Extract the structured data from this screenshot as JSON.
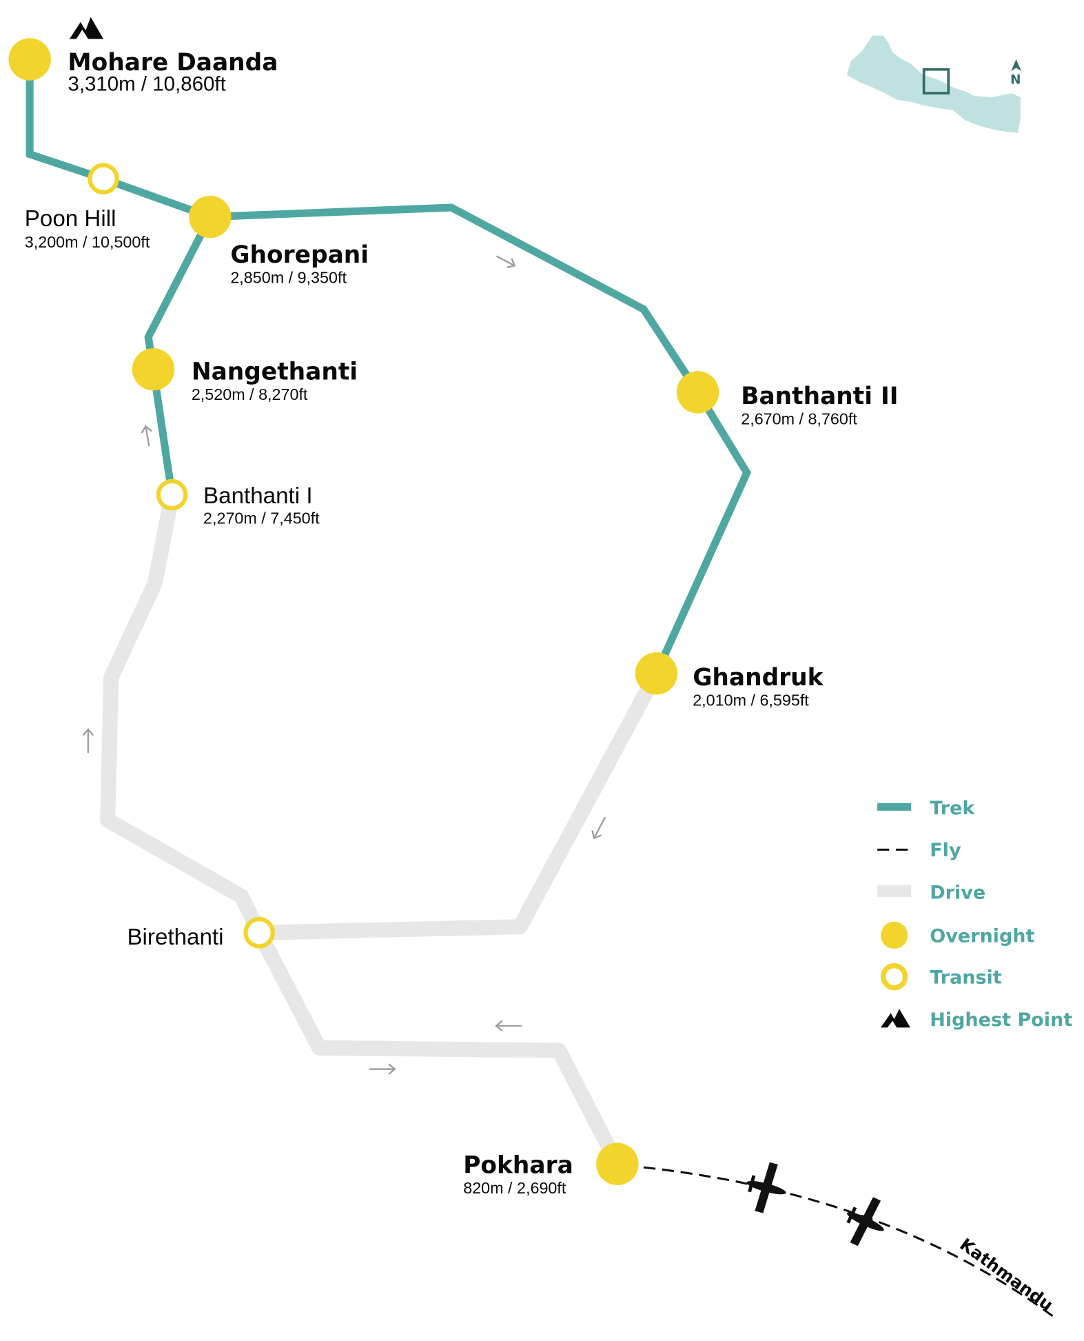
{
  "colors": {
    "trek": "#4fa7a2",
    "drive": "#e6e7e6",
    "overnight": "#f2d42d",
    "text": "#0a0a0a",
    "minimap": "#bfe1df",
    "minimap_box": "#2f6e68",
    "arrow": "#a0a0a0"
  },
  "places": {
    "mohare": {
      "name": "Mohare Daanda",
      "alt": "3,310m / 10,860ft",
      "type": "overnight",
      "highest": true
    },
    "poonhill": {
      "name": "Poon Hill",
      "alt": "3,200m / 10,500ft",
      "type": "transit"
    },
    "ghorepani": {
      "name": "Ghorepani",
      "alt": "2,850m / 9,350ft",
      "type": "overnight"
    },
    "nangethanti": {
      "name": "Nangethanti",
      "alt": "2,520m / 8,270ft",
      "type": "overnight"
    },
    "banthanti1": {
      "name": "Banthanti I",
      "alt": "2,270m / 7,450ft",
      "type": "transit"
    },
    "banthanti2": {
      "name": "Banthanti II",
      "alt": "2,670m / 8,760ft",
      "type": "overnight"
    },
    "ghandruk": {
      "name": "Ghandruk",
      "alt": "2,010m / 6,595ft",
      "type": "overnight"
    },
    "birethanti": {
      "name": "Birethanti",
      "type": "transit"
    },
    "pokhara": {
      "name": "Pokhara",
      "alt": "820m / 2,690ft",
      "type": "overnight"
    }
  },
  "flight_destination": "Kathmandu",
  "north_label": "N",
  "legend": {
    "trek": "Trek",
    "fly": "Fly",
    "drive": "Drive",
    "overnight": "Overnight",
    "transit": "Transit",
    "highest": "Highest Point"
  }
}
